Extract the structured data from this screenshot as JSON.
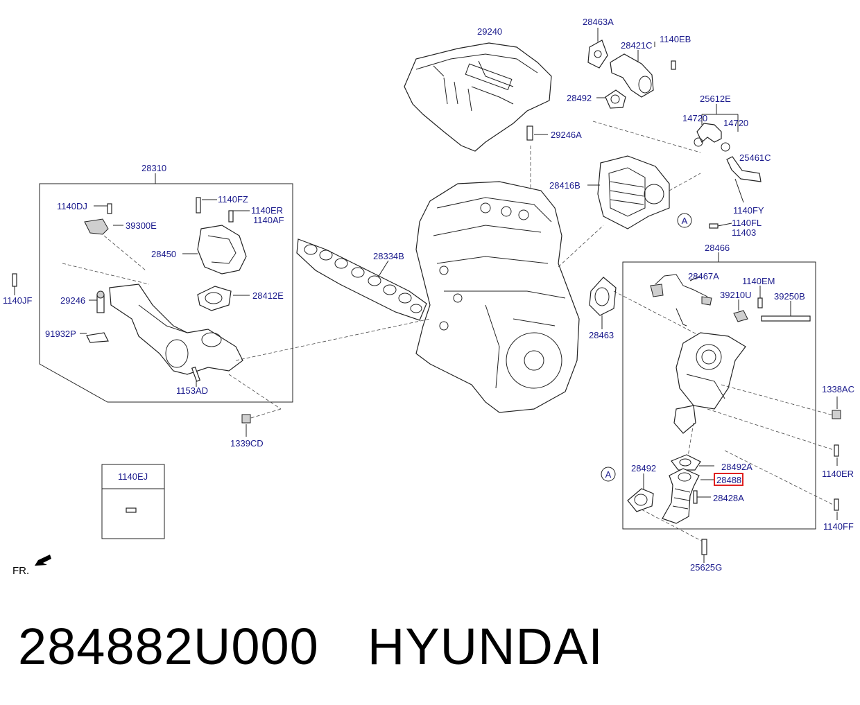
{
  "labels": {
    "p29240": "29240",
    "p28463A": "28463A",
    "p28421C": "28421C",
    "p1140EB": "1140EB",
    "p28492_top": "28492",
    "p25612E": "25612E",
    "p14720_a": "14720",
    "p14720_b": "14720",
    "p29246A": "29246A",
    "p25461C": "25461C",
    "p28416B": "28416B",
    "p1140FY": "1140FY",
    "p1140FL": "1140FL",
    "p11403": "11403",
    "p28310": "28310",
    "p1140DJ": "1140DJ",
    "p1140FZ": "1140FZ",
    "p1140ER_a": "1140ER",
    "p1140AF": "1140AF",
    "p39300E": "39300E",
    "p28450": "28450",
    "p28334B": "28334B",
    "p28466": "28466",
    "p1140JF": "1140JF",
    "p29246": "29246",
    "p28412E": "28412E",
    "p28467A": "28467A",
    "p1140EM": "1140EM",
    "p39210U": "39210U",
    "p39250B": "39250B",
    "p28463": "28463",
    "p91932P": "91932P",
    "p1153AD": "1153AD",
    "p1338AC": "1338AC",
    "p1339CD": "1339CD",
    "p1140ER_b": "1140ER",
    "p28492A": "28492A",
    "p28492_bot": "28492",
    "p28488": "28488",
    "p28428A": "28428A",
    "p1140FF": "1140FF",
    "p25625G": "25625G",
    "p1140EJ": "1140EJ",
    "ref_A1": "A",
    "ref_A2": "A",
    "fr": "FR."
  },
  "highlight": {
    "part": "28488",
    "color": "#e02020"
  },
  "colors": {
    "label": "#1a1a8c",
    "line": "#222222"
  },
  "footer": {
    "part_number": "284882U000",
    "brand": "HYUNDAI"
  }
}
